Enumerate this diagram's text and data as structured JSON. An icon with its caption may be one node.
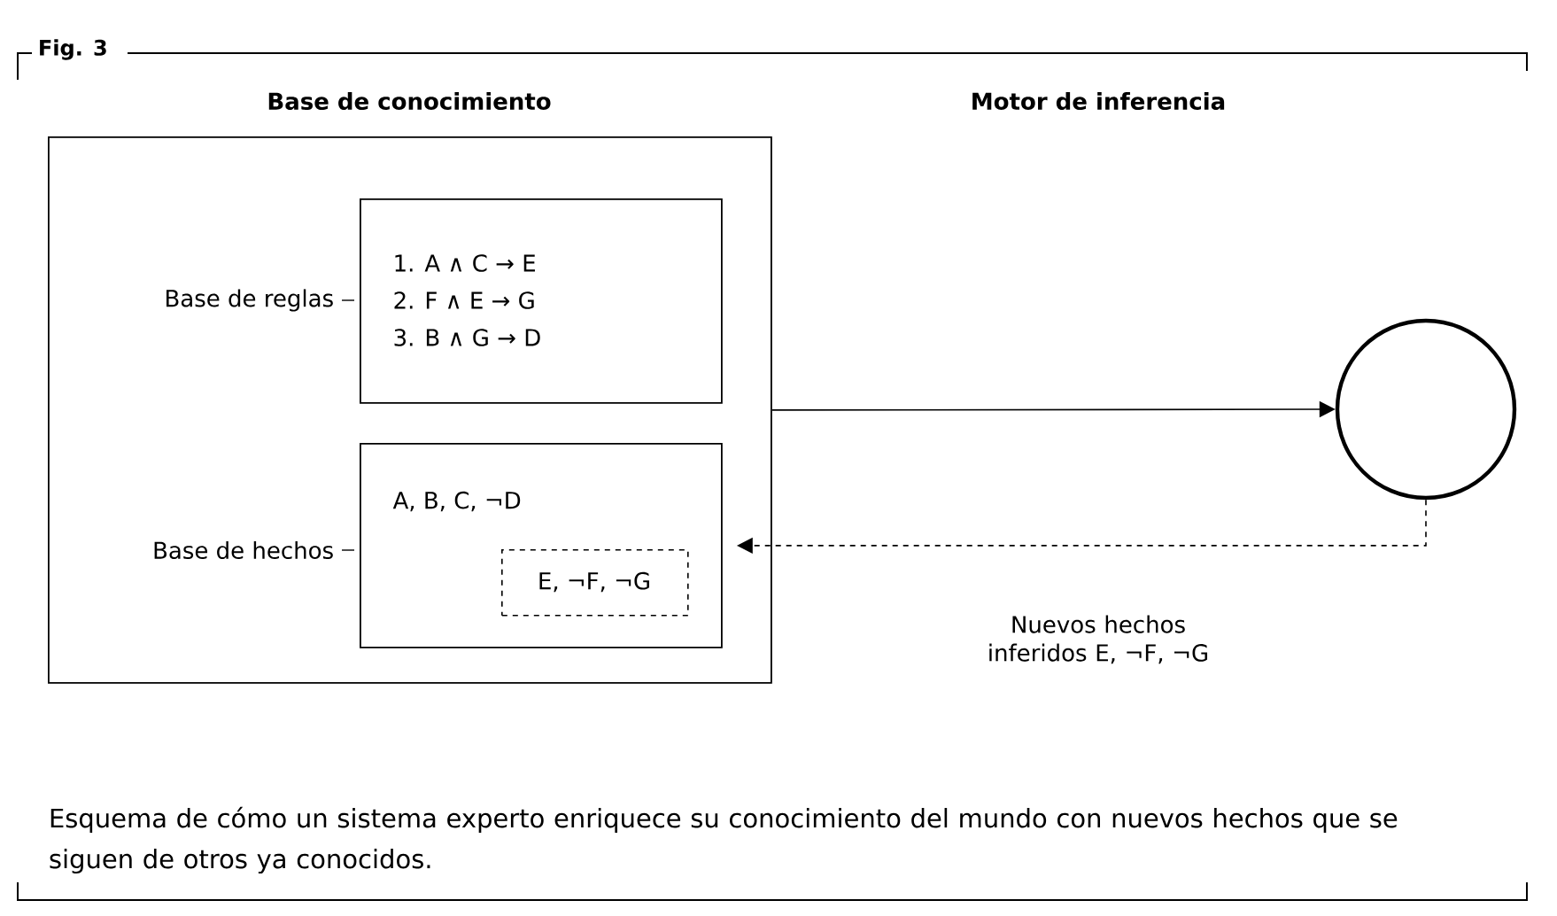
{
  "diagram": {
    "title": "Fig. 3",
    "nodes": [
      {
        "text": [
          "Base de conocimiento"
        ]
      },
      {
        "text": [
          "1. A ∧ C → E",
          "2. F ∧ E → G",
          "3. B ∧ G → D"
        ],
        "beside": [
          "Base de reglas"
        ],
        "in": 0
      },
      {
        "text": [
          "A, B, C, ¬D"
        ],
        "beside": [
          "Base de hechos"
        ],
        "in": 0
      },
      {
        "text": [
          "E, ¬F, ¬G"
        ],
        "in": 2
      },
      {
        "text": [],
        "shape": "circle"
      }
    ],
    "labels": [
      "Motor de inferencia"
    ],
    "edges": [
      {
        "from": 0,
        "to": 4,
        "arrow": "to"
      },
      {
        "from": 4,
        "to": 2,
        "arrow": "to",
        "style": "dashed",
        "label": "Nuevos hechos inferidos E, ¬F, ¬G"
      }
    ],
    "caption": "Esquema de cómo un sistema experto enriquece su conocimiento del mundo con nuevos hechos que se siguen de otros ya conocidos."
  }
}
